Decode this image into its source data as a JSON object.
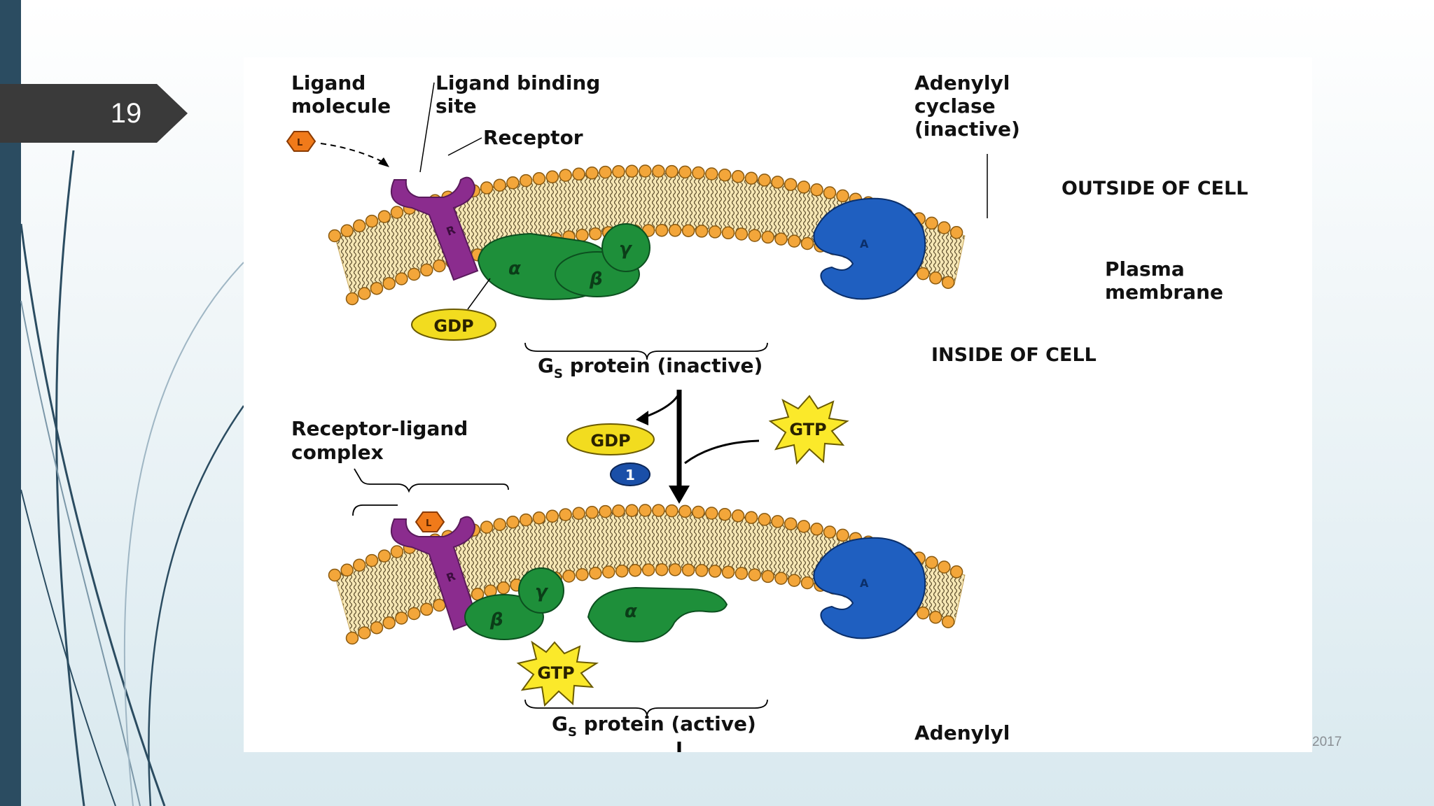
{
  "slide": {
    "number": "19",
    "footer_year": "2017"
  },
  "labels": {
    "ligand_molecule": [
      "Ligand",
      "molecule"
    ],
    "ligand_symbol": "L",
    "ligand_binding_site": [
      "Ligand binding",
      "site"
    ],
    "receptor": "Receptor",
    "receptor_symbol": "R",
    "adenylyl_cyclase_inactive": [
      "Adenylyl",
      "cyclase",
      "(inactive)"
    ],
    "adenylyl_symbol": "A",
    "outside_of_cell": "OUTSIDE OF CELL",
    "plasma_membrane": [
      "Plasma",
      "membrane"
    ],
    "inside_of_cell": "INSIDE OF CELL",
    "alpha": "α",
    "beta": "β",
    "gamma": "γ",
    "gdp": "GDP",
    "gtp": "GTP",
    "gs_inactive_prefix": "G",
    "gs_subscript": "S",
    "gs_inactive_suffix": " protein (inactive)",
    "gs_active_suffix": " protein (active)",
    "receptor_ligand_complex": [
      "Receptor-ligand",
      "complex"
    ],
    "step_one": "1",
    "adenylyl_bottom": "Adenylyl"
  },
  "colors": {
    "receptor": "#8b2c8e",
    "g_protein": "#1e8f3a",
    "adenylyl_cyclase": "#1f5fc0",
    "ligand": "#f07a1a",
    "gdp": "#f2dc1f",
    "gtp": "#fbe92a",
    "lipid_head": "#f3a63a",
    "membrane_fill": "#f6e7b5",
    "step_badge": "#1a4fa8"
  }
}
